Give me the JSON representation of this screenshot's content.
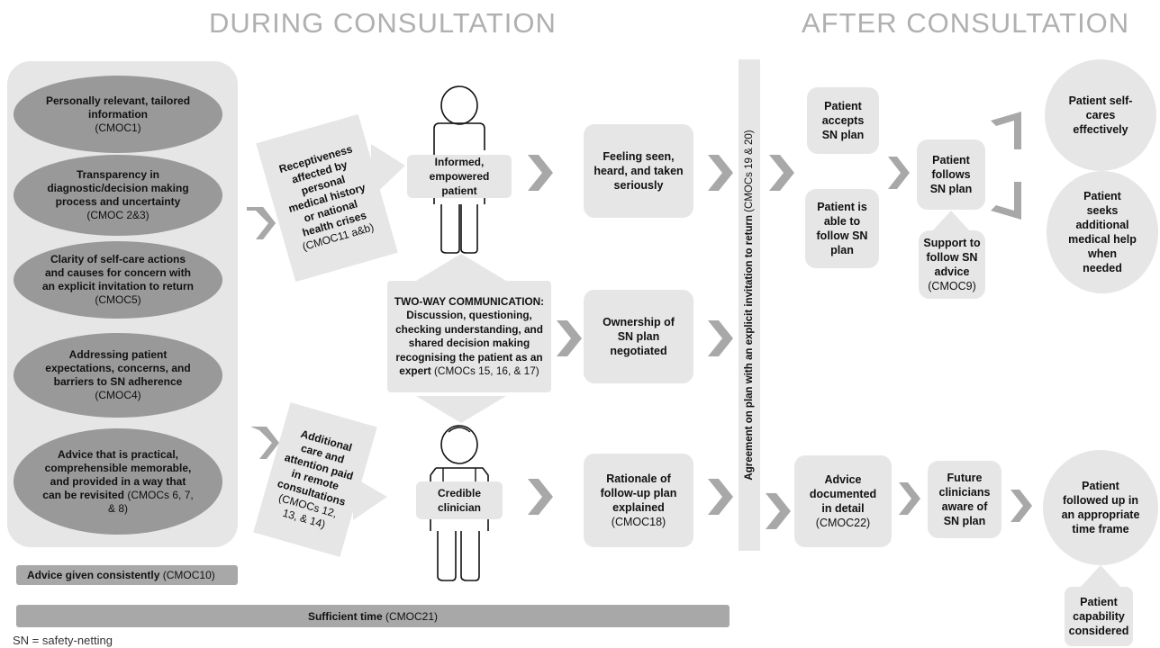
{
  "headers": {
    "during": "DURING CONSULTATION",
    "after": "AFTER CONSULTATION"
  },
  "left_ovals": [
    {
      "bold": "Personally relevant, tailored information",
      "normal": "(CMOC1)"
    },
    {
      "bold": "Transparency in diagnostic/decision making process and uncertainty",
      "normal": "(CMOC 2&3)"
    },
    {
      "bold": "Clarity of self-care actions and causes for concern with an explicit invitation to return",
      "normal": "(CMOC5)"
    },
    {
      "bold": "Addressing patient expectations, concerns, and barriers to SN adherence",
      "normal": "(CMOC4)"
    },
    {
      "bold": "Advice that is practical, comprehensible memorable, and provided in a way that can be revisited",
      "normal": "(CMOCs 6, 7, & 8)"
    }
  ],
  "advice_consistent": {
    "bold": "Advice given consistently",
    "normal": "(CMOC10)"
  },
  "sufficient_time": {
    "bold": "Sufficient time",
    "normal": "(CMOC21)"
  },
  "footnote": "SN = safety-netting",
  "receptiveness": {
    "bold": "Receptiveness affected by personal medical history or national health crises",
    "normal": "(CMOC11 a&b)"
  },
  "additional_care": {
    "bold": "Additional care and attention paid in remote consultations",
    "normal": "(CMOCs 12, 13, & 14)"
  },
  "informed_patient": "Informed, empowered patient",
  "credible_clinician": "Credible clinician",
  "two_way": {
    "title": "TWO-WAY COMMUNICATION:",
    "bold": "Discussion, questioning, checking understanding, and shared decision making recognising the patient as an expert",
    "normal": "(CMOCs 15, 16, & 17)"
  },
  "feeling_seen": "Feeling seen, heard, and taken seriously",
  "ownership": "Ownership of SN plan negotiated",
  "rationale": {
    "bold": "Rationale of follow-up plan explained",
    "normal": "(CMOC18)"
  },
  "agreement_bar": {
    "bold": "Agreement on plan with an explicit invitation to return",
    "normal": "(CMOCs 19 & 20)"
  },
  "accepts": "Patient accepts SN plan",
  "able_to_follow": "Patient is able to follow SN plan",
  "follows": "Patient follows SN plan",
  "support": {
    "bold": "Support to follow SN advice",
    "normal": "(CMOC9)"
  },
  "self_cares": "Patient self-cares effectively",
  "seeks_help": "Patient seeks additional medical help when needed",
  "advice_documented": {
    "bold": "Advice documented in detail",
    "normal": "(CMOC22)"
  },
  "future_clinicians": "Future clinicians aware of SN plan",
  "followed_up": "Patient followed up in an appropriate time frame",
  "capability": "Patient capability considered",
  "colors": {
    "dark_oval": "#999999",
    "light_box": "#e6e6e6",
    "bar": "#a8a8a8",
    "arrow": "#a8a8a8",
    "header": "#b0b0b0"
  }
}
